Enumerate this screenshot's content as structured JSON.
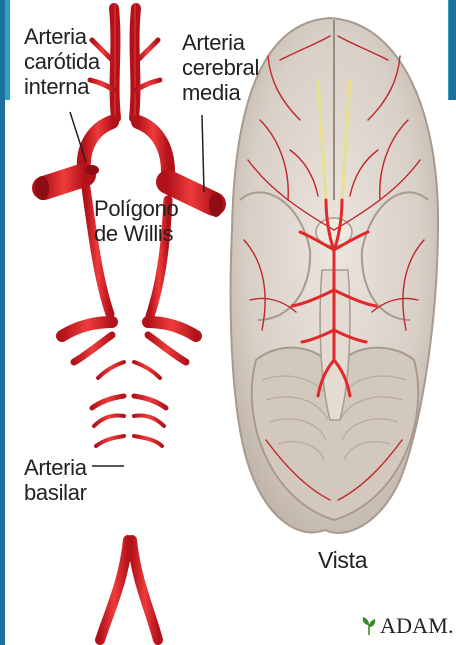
{
  "labels": {
    "internal_carotid": "Arteria\ncarótida\ninterna",
    "middle_cerebral": "Arteria\ncerebral\nmedia",
    "circle_of_willis": "Polígono\nde Willis",
    "basilar": "Arteria\nbasilar",
    "view": "Vista"
  },
  "brand": {
    "logo_text": "ADAM."
  },
  "colors": {
    "artery": "#e1282a",
    "artery_dark": "#b3121a",
    "frame_blue": "#2f9fc4"
  },
  "icons": {
    "logo": "leaf-icon"
  }
}
